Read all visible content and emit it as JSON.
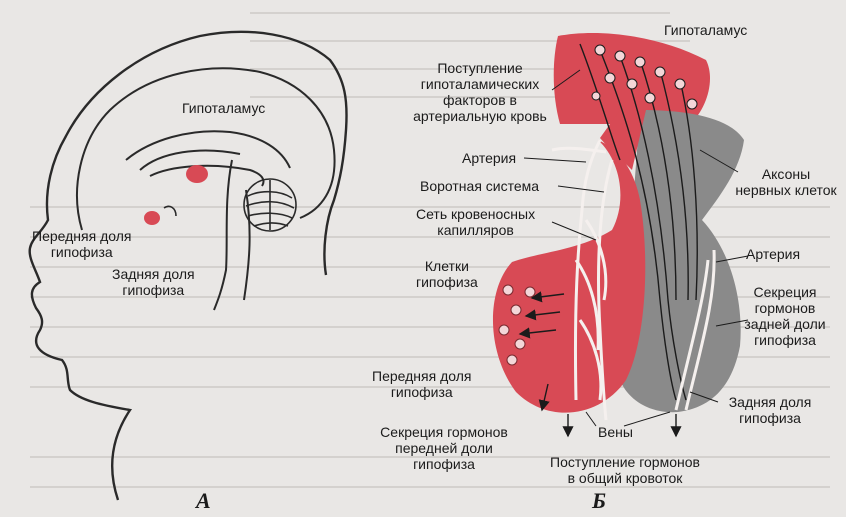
{
  "panel_a": {
    "letter": "А",
    "hypothalamus": "Гипоталамус",
    "anterior": [
      "Передняя доля",
      "гипофиза"
    ],
    "posterior": [
      "Задняя доля",
      "гипофиза"
    ]
  },
  "panel_b": {
    "letter": "Б",
    "hypothalamus": "Гипоталамус",
    "inflow": [
      "Поступление",
      "гипоталамических",
      "факторов в",
      "артериальную кровь"
    ],
    "artery_left": "Артерия",
    "portal": "Воротная система",
    "capillaries": [
      "Сеть кровеносных",
      "капилляров"
    ],
    "cells": [
      "Клетки",
      "гипофиза"
    ],
    "anterior": [
      "Передняя доля",
      "гипофиза"
    ],
    "secretion_anterior": [
      "Секреция гормонов",
      "передней доли",
      "гипофиза"
    ],
    "veins": "Вены",
    "outflow": [
      "Поступление гормонов",
      "в общий кровоток"
    ],
    "axons": [
      "Аксоны",
      "нервных клеток"
    ],
    "artery_right": "Артерия",
    "secretion_posterior": [
      "Секреция",
      "гормонов",
      "задней доли",
      "гипофиза"
    ],
    "posterior": [
      "Задняя доля",
      "гипофиза"
    ]
  },
  "colors": {
    "red": "#d84a55",
    "gray": "#8a8a8a",
    "bg": "#e9e7e5"
  }
}
